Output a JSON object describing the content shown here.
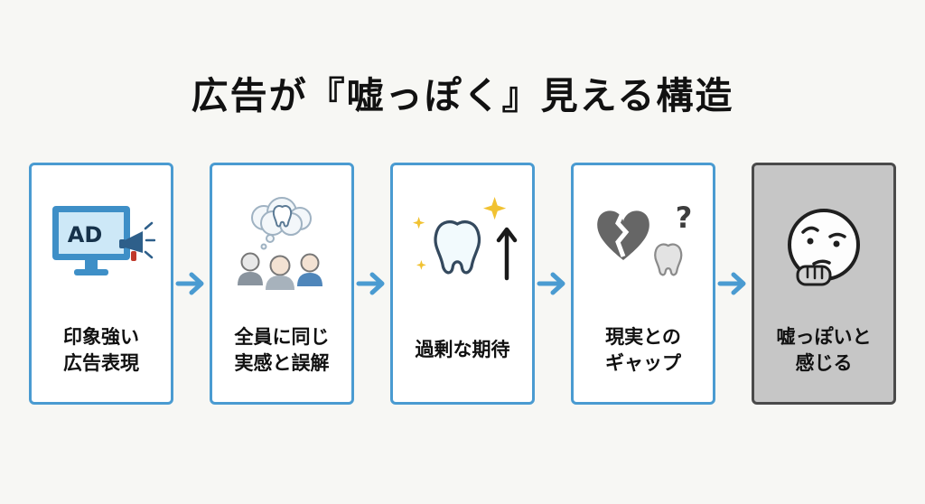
{
  "title": "広告が『嘘っぽく』見える構造",
  "colors": {
    "accent_blue": "#4a9bd1",
    "box_background": "#ffffff",
    "final_box_background": "#c6c6c6",
    "final_box_border": "#4a4a4a",
    "page_background": "#f7f7f4",
    "sparkle_yellow": "#f1c232",
    "heart_gray": "#666666",
    "text_color": "#111111"
  },
  "steps": [
    {
      "label": "印象強い\n広告表現",
      "icon": "ad-monitor-icon",
      "ad_text": "AD"
    },
    {
      "label": "全員に同じ\n実感と誤解",
      "icon": "people-thought-tooth-icon"
    },
    {
      "label": "過剰な期待",
      "icon": "tooth-sparkle-rise-icon"
    },
    {
      "label": "現実との\nギャップ",
      "icon": "broken-heart-tooth-icon",
      "question_text": "?"
    },
    {
      "label": "嘘っぽいと\n感じる",
      "icon": "thinking-face-icon"
    }
  ]
}
